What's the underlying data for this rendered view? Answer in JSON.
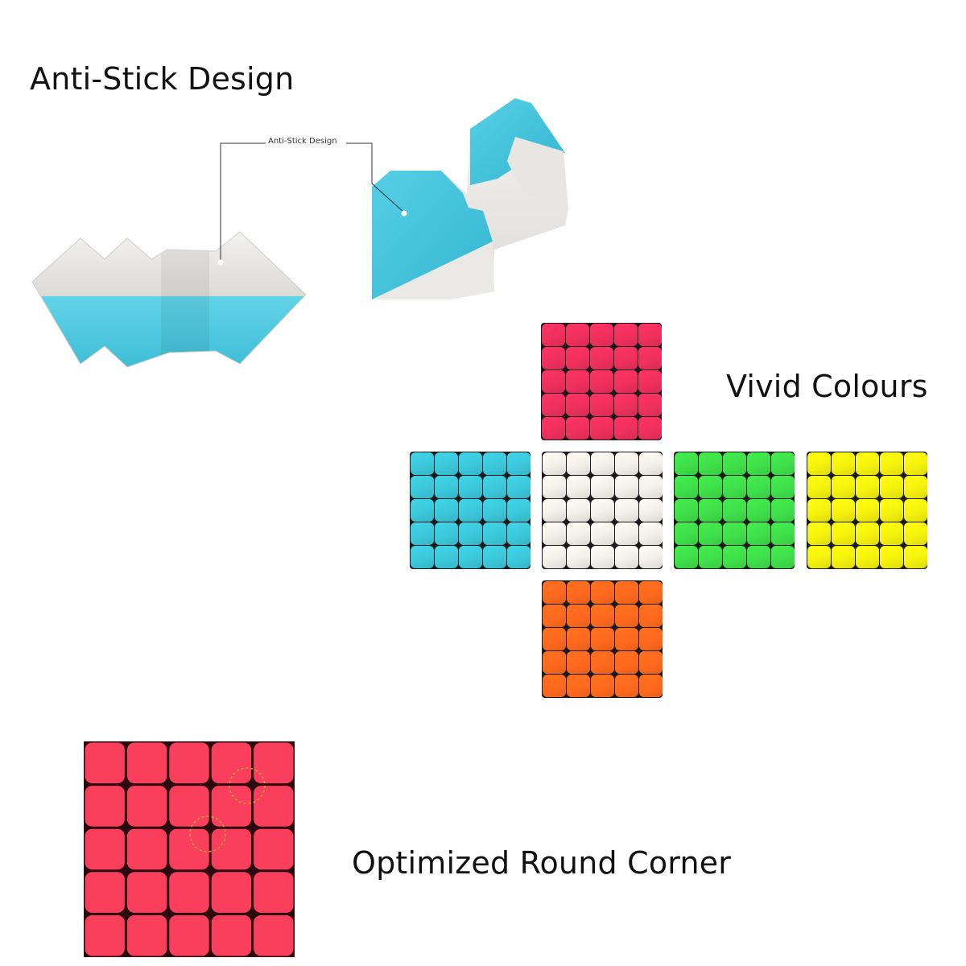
{
  "headings": {
    "anti_stick": "Anti-Stick Design",
    "vivid": "Vivid Colours",
    "round_corner": "Optimized Round Corner"
  },
  "callout": {
    "label": "Anti-Stick Design"
  },
  "faces": [
    {
      "name": "top",
      "color": "#f0305e"
    },
    {
      "name": "left",
      "color": "#3cc8dc"
    },
    {
      "name": "center",
      "color": "#f3efe9"
    },
    {
      "name": "right",
      "color": "#3fe04a"
    },
    {
      "name": "far-right",
      "color": "#f6f20e"
    },
    {
      "name": "bottom",
      "color": "#ff6a1e"
    }
  ],
  "colors": {
    "blue_piece": "#4ecbe2",
    "white_piece": "#eeece8",
    "zoom_face": "#fa3f5c",
    "marker": "#c8a834"
  }
}
